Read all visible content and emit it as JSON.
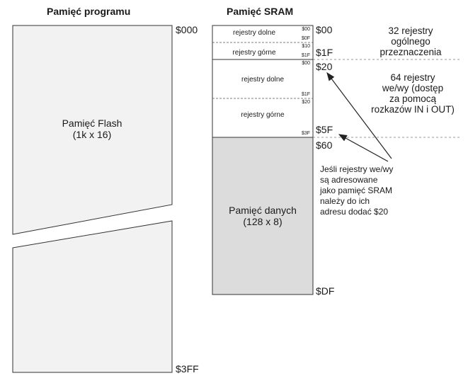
{
  "program": {
    "title": "Pamięć programu",
    "flash_line1": "Pamięć Flash",
    "flash_line2": "(1k x 16)",
    "addr_top": "$000",
    "addr_bottom": "$3FF"
  },
  "sram": {
    "title": "Pamięć SRAM",
    "gp_lower": "rejestry dolne",
    "gp_upper": "rejestry górne",
    "io_lower": "rejestry dolne",
    "io_upper": "rejestry górne",
    "data_line1": "Pamięć danych",
    "data_line2": "(128 x 8)",
    "small": {
      "a": "$00",
      "b": "$0F",
      "c": "$10",
      "d": "$1F",
      "e": "$00",
      "f": "$1F",
      "g": "$20",
      "h": "$3F"
    },
    "addr": {
      "a00": "$00",
      "a1F": "$1F",
      "a20": "$20",
      "a5F": "$5F",
      "a60": "$60",
      "aDF": "$DF"
    }
  },
  "notes": {
    "gp_lines": [
      "32 rejestry",
      "ogólnego",
      "przeznaczenia"
    ],
    "io_lines": [
      "64 rejestry",
      "we/wy (dostęp",
      "za pomocą",
      "rozkazów IN i OUT)"
    ],
    "offset_lines": [
      "Jeśli rejestry we/wy",
      "są adresowane",
      "jako pamięć SRAM",
      "należy do ich",
      "adresu dodać $20"
    ]
  },
  "colors": {
    "fill": "#f2f2f2",
    "data_fill": "#dcdcdc",
    "stroke": "#333333"
  }
}
